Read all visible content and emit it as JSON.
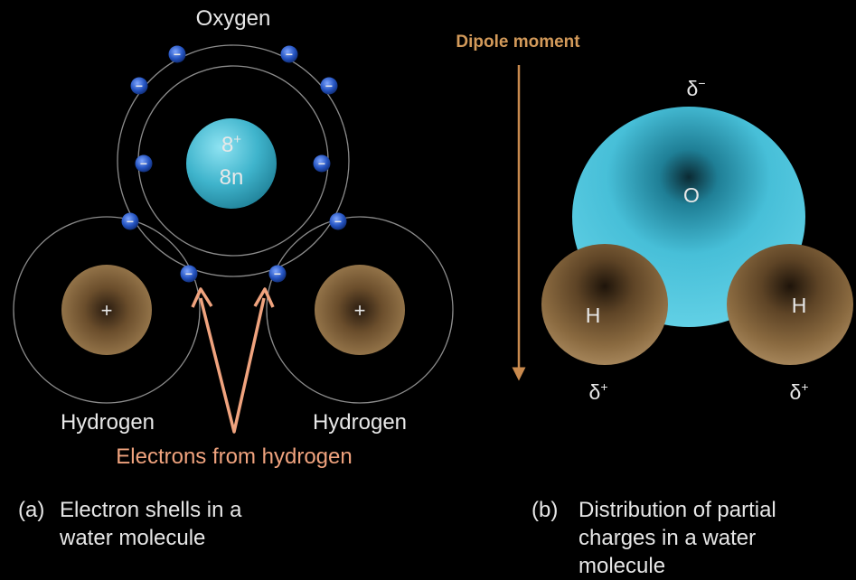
{
  "panel_a": {
    "oxygen_label": "Oxygen",
    "nucleus_line1": "8",
    "nucleus_line1_sup": "+",
    "nucleus_line2": "8n",
    "electron_symbol": "−",
    "hydrogen_left_label": "Hydrogen",
    "hydrogen_right_label": "Hydrogen",
    "proton_symbol": "+",
    "electrons_from_hydrogen_label": "Electrons from hydrogen",
    "caption_tag": "(a)",
    "caption_line1": "Electron shells in a",
    "caption_line2": "water molecule"
  },
  "panel_b": {
    "dipole_moment_label": "Dipole moment",
    "oxygen_atom_label": "O",
    "hydrogen_left_atom_label": "H",
    "hydrogen_right_atom_label": "H",
    "delta_symbol": "δ",
    "delta_minus_sup": "−",
    "delta_plus_sup": "+",
    "caption_tag": "(b)",
    "caption_line1": "Distribution of partial",
    "caption_line2": "charges in a water",
    "caption_line3": "molecule"
  },
  "colors": {
    "background": "#000000",
    "nucleus_oxygen": "#3fb4cc",
    "nucleus_hydrogen": "#7a5a35",
    "electron": "#1f4fb3",
    "arrow_hydrogen_electrons": "#f0a37e",
    "dipole_arrow": "#c98a4e",
    "dipole_label": "#d39a5a",
    "oxygen_sphere": "#47bfd8",
    "hydrogen_sphere": "#8a6a40",
    "shell_line": "#8c8c8c"
  }
}
